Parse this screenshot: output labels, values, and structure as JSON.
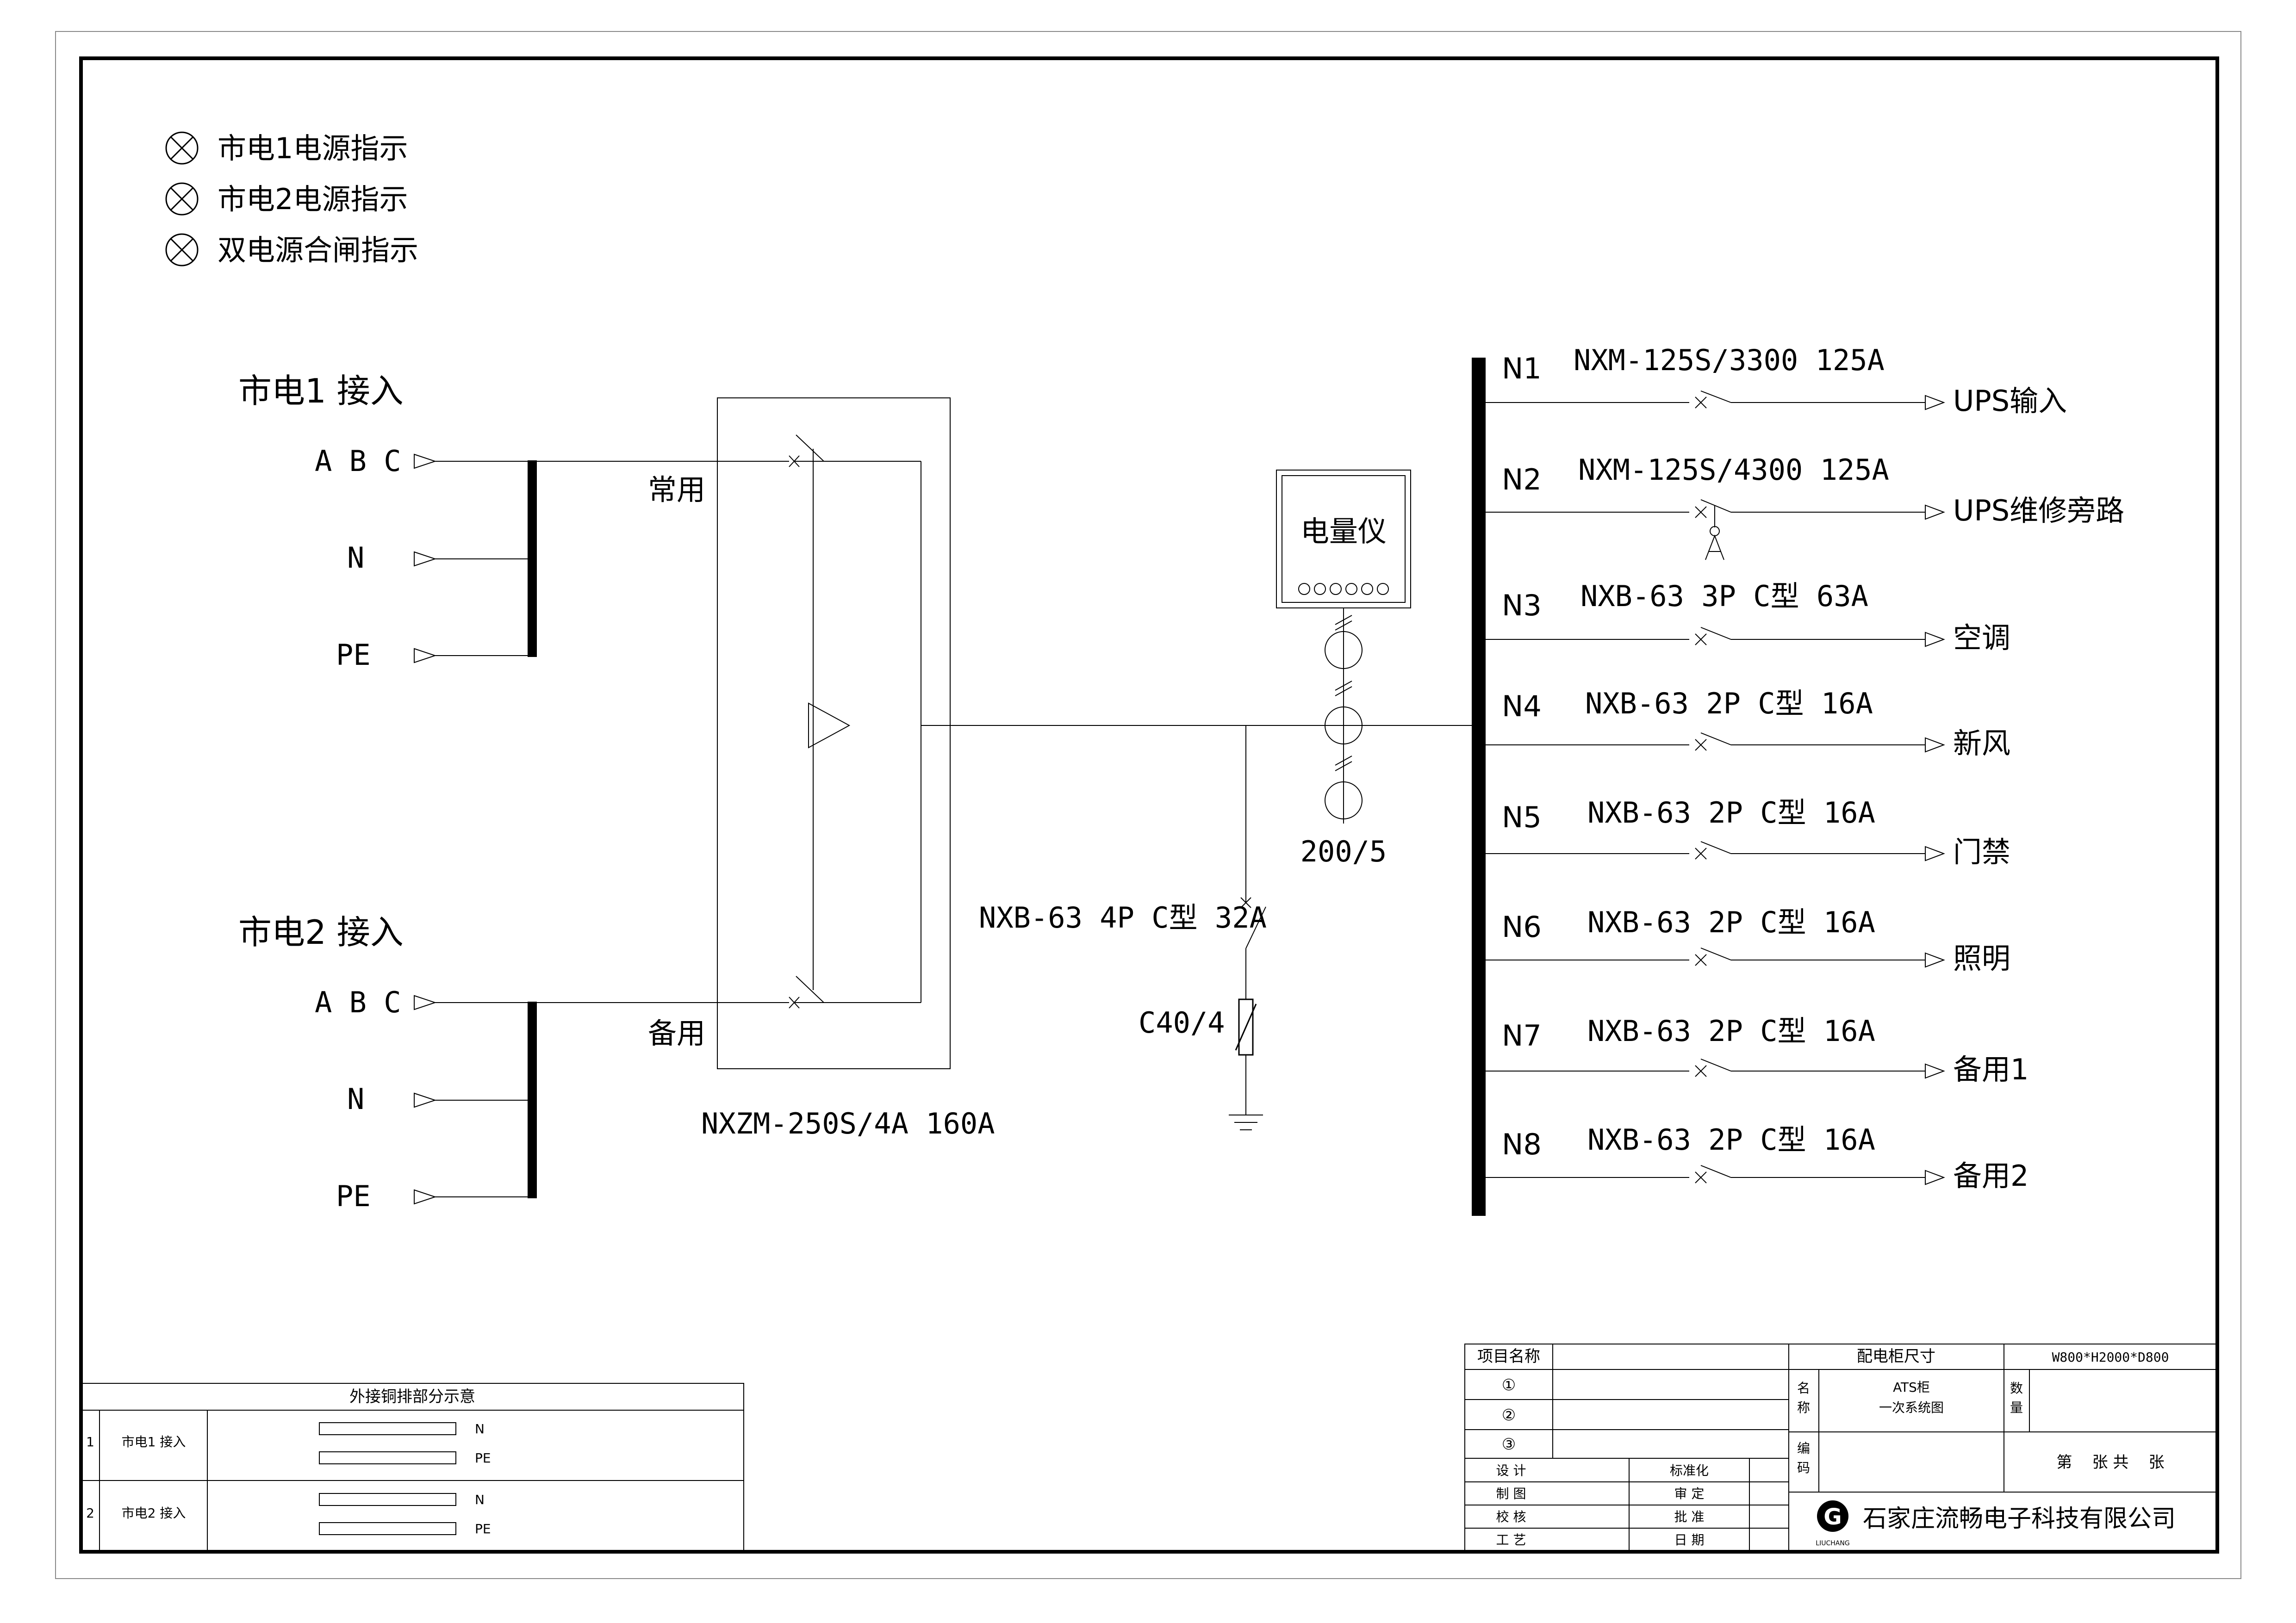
{
  "indicators": [
    {
      "label": "市电1电源指示"
    },
    {
      "label": "市电2电源指示"
    },
    {
      "label": "双电源合闸指示"
    }
  ],
  "sources": [
    {
      "title": "市电1 接入",
      "terms": [
        "A B C",
        "N",
        "PE"
      ],
      "ats_label": "常用"
    },
    {
      "title": "市电2 接入",
      "terms": [
        "A B C",
        "N",
        "PE"
      ],
      "ats_label": "备用"
    }
  ],
  "ats": {
    "model": "NXZM-250S/4A 160A"
  },
  "meter": {
    "label": "电量仪",
    "ct_ratio": "200/5"
  },
  "spd": {
    "breaker": "NXB-63 4P C型 32A",
    "arrester": "C40/4"
  },
  "feeders": [
    {
      "id": "N1",
      "breaker": "NXM-125S/3300 125A",
      "load": "UPS输入"
    },
    {
      "id": "N2",
      "breaker": "NXM-125S/4300 125A",
      "load": "UPS维修旁路"
    },
    {
      "id": "N3",
      "breaker": "NXB-63 3P C型 63A",
      "load": "空调"
    },
    {
      "id": "N4",
      "breaker": "NXB-63 2P C型 16A",
      "load": "新风"
    },
    {
      "id": "N5",
      "breaker": "NXB-63 2P C型 16A",
      "load": "门禁"
    },
    {
      "id": "N6",
      "breaker": "NXB-63 2P C型 16A",
      "load": "照明"
    },
    {
      "id": "N7",
      "breaker": "NXB-63 2P C型 16A",
      "load": "备用1"
    },
    {
      "id": "N8",
      "breaker": "NXB-63 2P C型 16A",
      "load": "备用2"
    }
  ],
  "copper_table": {
    "title": "外接铜排部分示意",
    "rows": [
      {
        "no": "1",
        "name": "市电1 接入",
        "bars": [
          "N",
          "PE"
        ]
      },
      {
        "no": "2",
        "name": "市电2 接入",
        "bars": [
          "N",
          "PE"
        ]
      }
    ]
  },
  "title_block": {
    "project_name": "项目名称",
    "items": [
      "①",
      "②",
      "③"
    ],
    "cabinet_size_label": "配电柜尺寸",
    "cabinet_size": "W800*H2000*D800",
    "name_label": "名\n称",
    "name_lines": [
      "ATS柜",
      "一次系统图"
    ],
    "qty_label": "数\n量",
    "code_label": "编\n码",
    "sheet": "第    张 共    张",
    "roles_left": [
      "设  计",
      "制  图",
      "校  核",
      "工  艺"
    ],
    "roles_right": [
      "标准化",
      "审  定",
      "批  准",
      "日  期"
    ],
    "company": "石家庄流畅电子科技有限公司",
    "logo_text": "LIUCHANG",
    "logo_letter": "G"
  }
}
